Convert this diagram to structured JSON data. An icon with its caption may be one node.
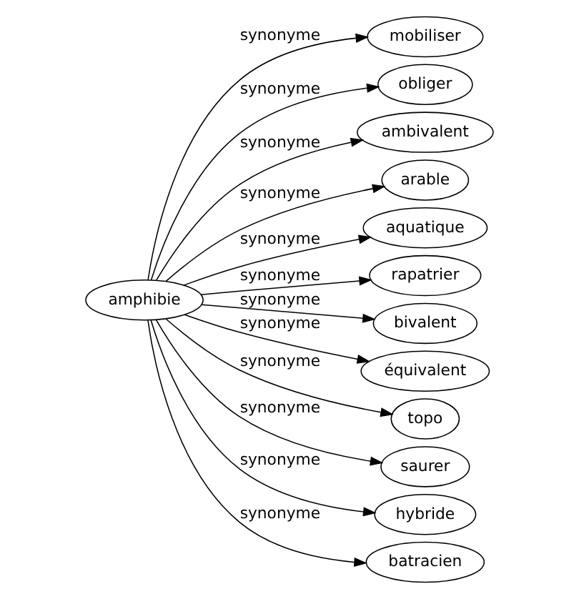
{
  "diagram": {
    "nodes": [
      {
        "text": [
          "amphibie"
        ]
      },
      {
        "text": [
          "mobiliser"
        ]
      },
      {
        "text": [
          "obliger"
        ]
      },
      {
        "text": [
          "ambivalent"
        ]
      },
      {
        "text": [
          "arable"
        ]
      },
      {
        "text": [
          "aquatique"
        ]
      },
      {
        "text": [
          "rapatrier"
        ]
      },
      {
        "text": [
          "bivalent"
        ]
      },
      {
        "text": [
          "équivalent"
        ]
      },
      {
        "text": [
          "topo"
        ]
      },
      {
        "text": [
          "saurer"
        ]
      },
      {
        "text": [
          "hybride"
        ]
      },
      {
        "text": [
          "batracien"
        ]
      }
    ],
    "edges": [
      {
        "from": 0,
        "to": 1,
        "arrow": "to",
        "label": "synonyme"
      },
      {
        "from": 0,
        "to": 2,
        "arrow": "to",
        "label": "synonyme"
      },
      {
        "from": 0,
        "to": 3,
        "arrow": "to",
        "label": "synonyme"
      },
      {
        "from": 0,
        "to": 4,
        "arrow": "to",
        "label": "synonyme"
      },
      {
        "from": 0,
        "to": 5,
        "arrow": "to",
        "label": "synonyme"
      },
      {
        "from": 0,
        "to": 6,
        "arrow": "to",
        "label": "synonyme"
      },
      {
        "from": 0,
        "to": 7,
        "arrow": "to",
        "label": "synonyme"
      },
      {
        "from": 0,
        "to": 8,
        "arrow": "to",
        "label": "synonyme"
      },
      {
        "from": 0,
        "to": 9,
        "arrow": "to",
        "label": "synonyme"
      },
      {
        "from": 0,
        "to": 10,
        "arrow": "to",
        "label": "synonyme"
      },
      {
        "from": 0,
        "to": 11,
        "arrow": "to",
        "label": "synonyme"
      },
      {
        "from": 0,
        "to": 12,
        "arrow": "to",
        "label": "synonyme"
      }
    ]
  }
}
